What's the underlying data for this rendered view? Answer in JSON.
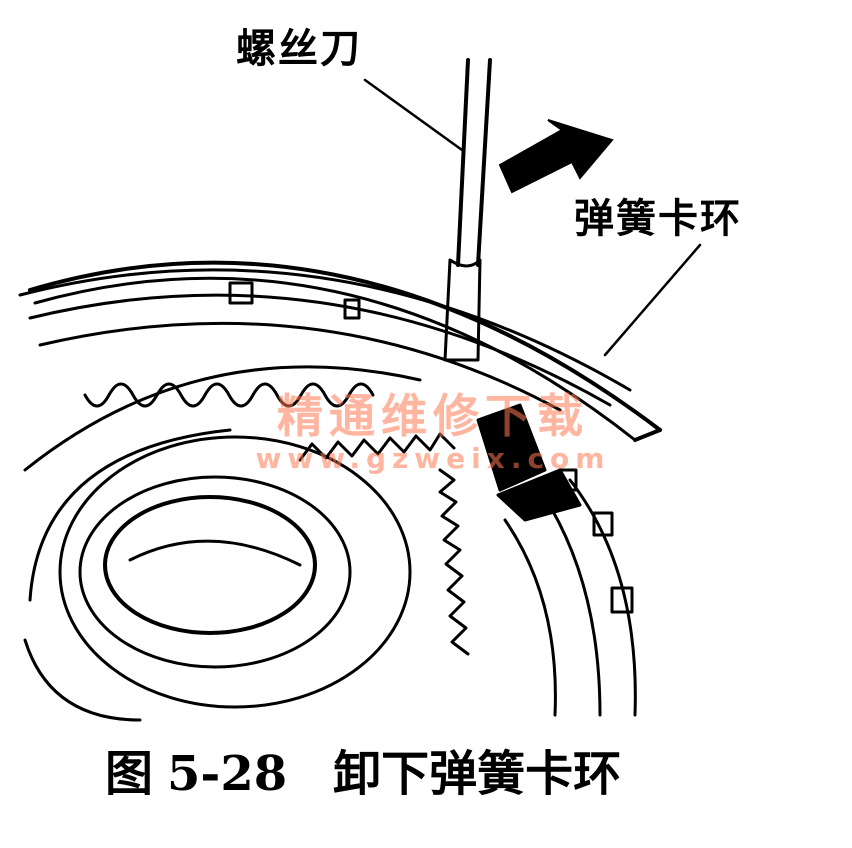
{
  "labels": {
    "screwdriver": "螺丝刀",
    "snap_ring": "弹簧卡环"
  },
  "caption": {
    "prefix": "图",
    "number": "5-28",
    "title": "卸下弹簧卡环"
  },
  "watermark": {
    "text": "精通维修下载",
    "url": "www.gzweix.com"
  },
  "colors": {
    "line": "#000000",
    "background": "#ffffff",
    "watermark": "#ff7850"
  }
}
